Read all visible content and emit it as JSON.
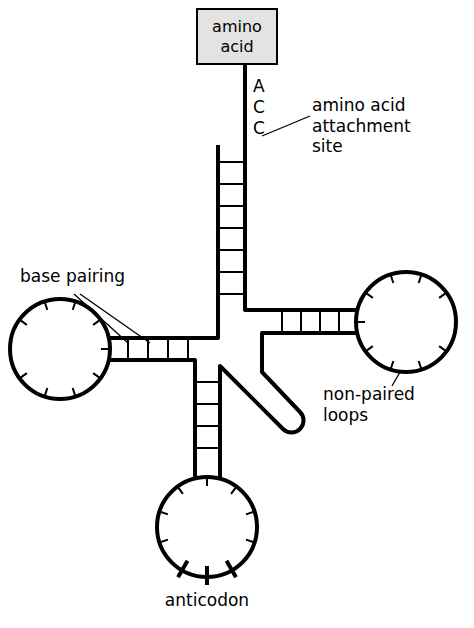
{
  "diagram": {
    "nodes": [
      {
        "text": [
          "amino acid"
        ]
      }
    ],
    "labels": [
      "A",
      "C",
      "C",
      "amino acid attachment site",
      "base pairing",
      "non-paired loops",
      "anticodon"
    ]
  }
}
